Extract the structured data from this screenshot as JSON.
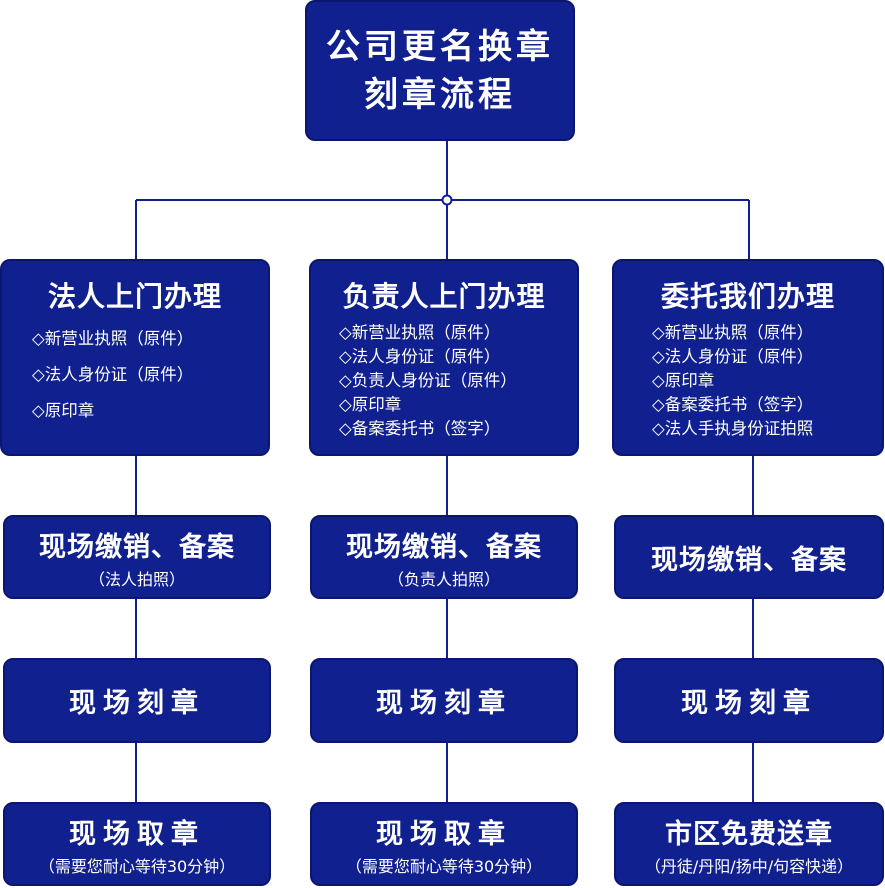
{
  "root": {
    "line1": "公司更名换章",
    "line2": "刻章流程"
  },
  "columns": [
    {
      "title": "法人上门办理",
      "items": [
        "◇新营业执照（原件）",
        "◇法人身份证（原件）",
        "◇原印章"
      ],
      "step1": {
        "title": "现场缴销、备案",
        "sub": "（法人拍照）"
      },
      "step2": {
        "title": "现场刻章"
      },
      "step3": {
        "title": "现场取章",
        "sub": "（需要您耐心等待30分钟）"
      }
    },
    {
      "title": "负责人上门办理",
      "items": [
        "◇新营业执照（原件）",
        "◇法人身份证（原件）",
        "◇负责人身份证（原件）",
        "◇原印章",
        "◇备案委托书（签字）"
      ],
      "step1": {
        "title": "现场缴销、备案",
        "sub": "（负责人拍照）"
      },
      "step2": {
        "title": "现场刻章"
      },
      "step3": {
        "title": "现场取章",
        "sub": "（需要您耐心等待30分钟）"
      }
    },
    {
      "title": "委托我们办理",
      "items": [
        "◇新营业执照（原件）",
        "◇法人身份证（原件）",
        "◇原印章",
        "◇备案委托书（签字）",
        "◇法人手执身份证拍照"
      ],
      "step1": {
        "title": "现场缴销、备案"
      },
      "step2": {
        "title": "现场刻章"
      },
      "step3": {
        "title": "市区免费送章",
        "sub": "（丹徒/丹阳/扬中/句容快递）"
      }
    }
  ]
}
